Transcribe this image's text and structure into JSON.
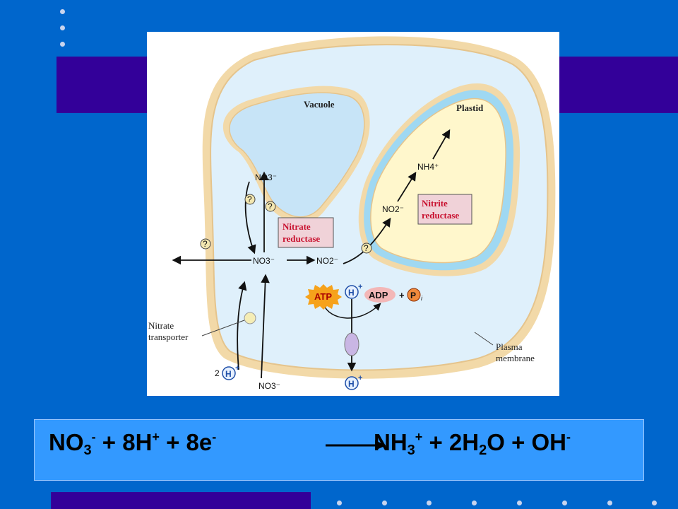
{
  "colors": {
    "background": "#0066cc",
    "band": "#330099",
    "equation_box": "#3399ff",
    "enzyme_label": "#c8102e",
    "cell_wall": "#f2d9a8",
    "cytoplasm": "#dff0fb",
    "vacuole": "#c7e4f7",
    "plastid": "#fff7cc"
  },
  "diagram": {
    "vacuole_label": "Vacuole",
    "plastid_label": "Plastid",
    "nitrate_reductase": [
      "Nitrate",
      "reductase"
    ],
    "nitrite_reductase": [
      "Nitrite",
      "reductase"
    ],
    "nitrate_transporter": [
      "Nitrate",
      "transporter"
    ],
    "plasma_membrane": [
      "Plasma",
      "membrane"
    ],
    "no3_vacuole": "NO3⁻",
    "no3_center": "NO3⁻",
    "no3_outside": "NO3⁻",
    "no2_cytosol": "NO2⁻",
    "no2_plastid": "NO2⁻",
    "nh4": "NH4⁺",
    "question": "?",
    "atp": "ATP",
    "adp": "ADP",
    "plus": "+",
    "pi": "P",
    "pi_sub": "i",
    "h": "H",
    "h_plus": "+",
    "two": "2"
  },
  "equation": {
    "no3": "NO",
    "no3_sub": "3",
    "no3_sup": "-",
    "t1": "+ 8H",
    "t1_sup": "+",
    "t2": "+ 8e",
    "t2_sup": "-",
    "nh3": "NH",
    "nh3_sub": "3",
    "nh3_sup": "+",
    "t3": "+ 2H",
    "t3_sub": "2",
    "t3_tail": "O + OH",
    "t3_sup": "-"
  }
}
